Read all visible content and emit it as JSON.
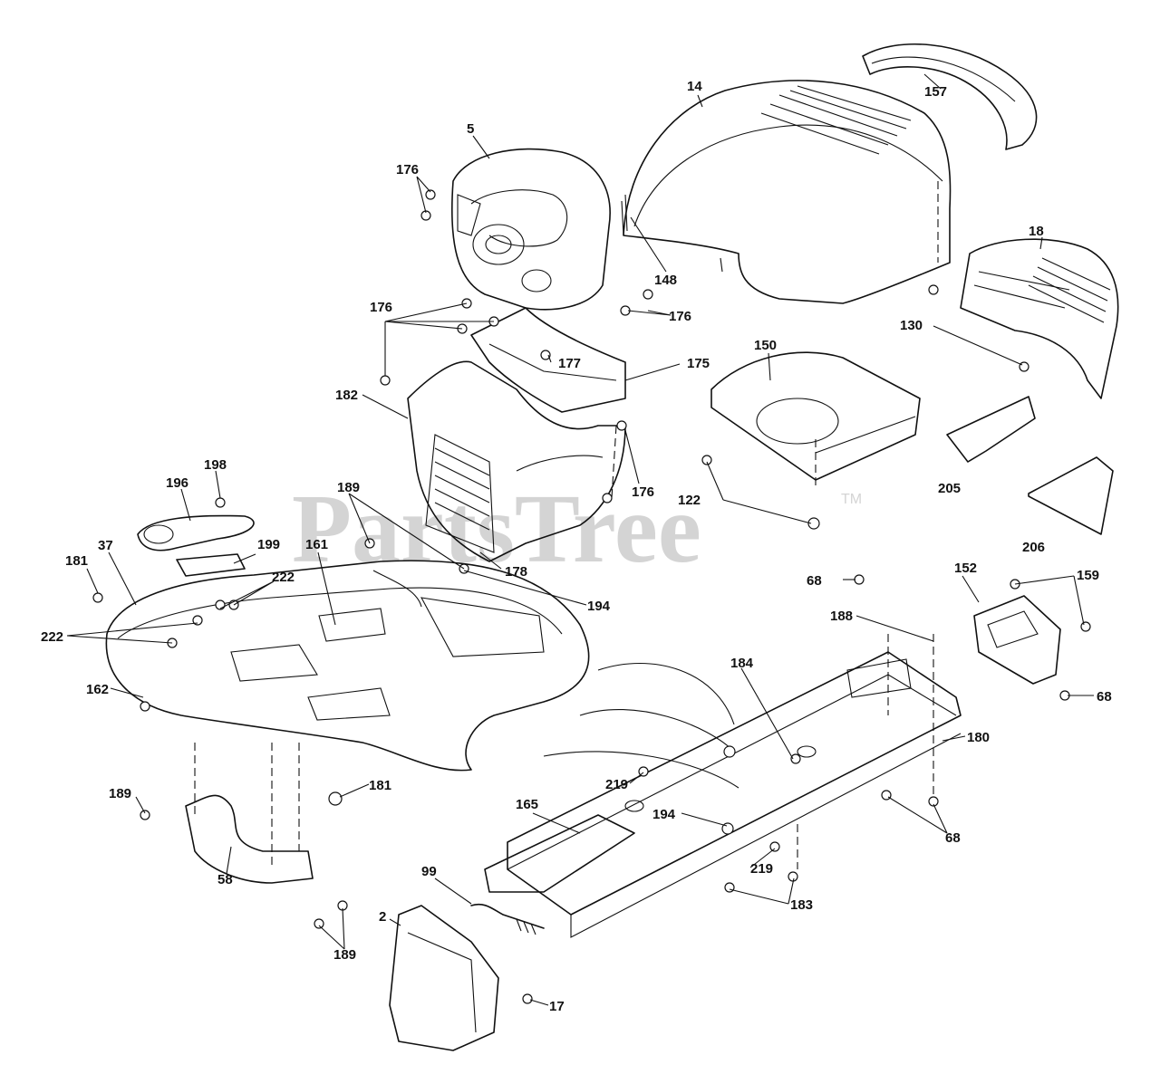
{
  "watermark": {
    "text": "PartsTree",
    "trademark": "TM"
  },
  "callouts": [
    {
      "id": "c157",
      "text": "157"
    },
    {
      "id": "c14",
      "text": "14"
    },
    {
      "id": "c5",
      "text": "5"
    },
    {
      "id": "c176a",
      "text": "176"
    },
    {
      "id": "c148",
      "text": "148"
    },
    {
      "id": "c176b",
      "text": "176"
    },
    {
      "id": "c18",
      "text": "18"
    },
    {
      "id": "c176c",
      "text": "176"
    },
    {
      "id": "c130",
      "text": "130"
    },
    {
      "id": "c177",
      "text": "177"
    },
    {
      "id": "c175",
      "text": "175"
    },
    {
      "id": "c150",
      "text": "150"
    },
    {
      "id": "c182",
      "text": "182"
    },
    {
      "id": "c176d",
      "text": "176"
    },
    {
      "id": "c122",
      "text": "122"
    },
    {
      "id": "c205",
      "text": "205"
    },
    {
      "id": "c206",
      "text": "206"
    },
    {
      "id": "c198",
      "text": "198"
    },
    {
      "id": "c196",
      "text": "196"
    },
    {
      "id": "c189a",
      "text": "189"
    },
    {
      "id": "c37",
      "text": "37"
    },
    {
      "id": "c181a",
      "text": "181"
    },
    {
      "id": "c199",
      "text": "199"
    },
    {
      "id": "c161",
      "text": "161"
    },
    {
      "id": "c222a",
      "text": "222"
    },
    {
      "id": "c222b",
      "text": "222"
    },
    {
      "id": "c178",
      "text": "178"
    },
    {
      "id": "c194a",
      "text": "194"
    },
    {
      "id": "c68a",
      "text": "68"
    },
    {
      "id": "c152",
      "text": "152"
    },
    {
      "id": "c159",
      "text": "159"
    },
    {
      "id": "c188",
      "text": "188"
    },
    {
      "id": "c162",
      "text": "162"
    },
    {
      "id": "c184",
      "text": "184"
    },
    {
      "id": "c68b",
      "text": "68"
    },
    {
      "id": "c180",
      "text": "180"
    },
    {
      "id": "c181b",
      "text": "181"
    },
    {
      "id": "c219a",
      "text": "219"
    },
    {
      "id": "c189b",
      "text": "189"
    },
    {
      "id": "c165",
      "text": "165"
    },
    {
      "id": "c194b",
      "text": "194"
    },
    {
      "id": "c68c",
      "text": "68"
    },
    {
      "id": "c219b",
      "text": "219"
    },
    {
      "id": "c58",
      "text": "58"
    },
    {
      "id": "c99",
      "text": "99"
    },
    {
      "id": "c183",
      "text": "183"
    },
    {
      "id": "c2",
      "text": "2"
    },
    {
      "id": "c189c",
      "text": "189"
    },
    {
      "id": "c17",
      "text": "17"
    }
  ]
}
